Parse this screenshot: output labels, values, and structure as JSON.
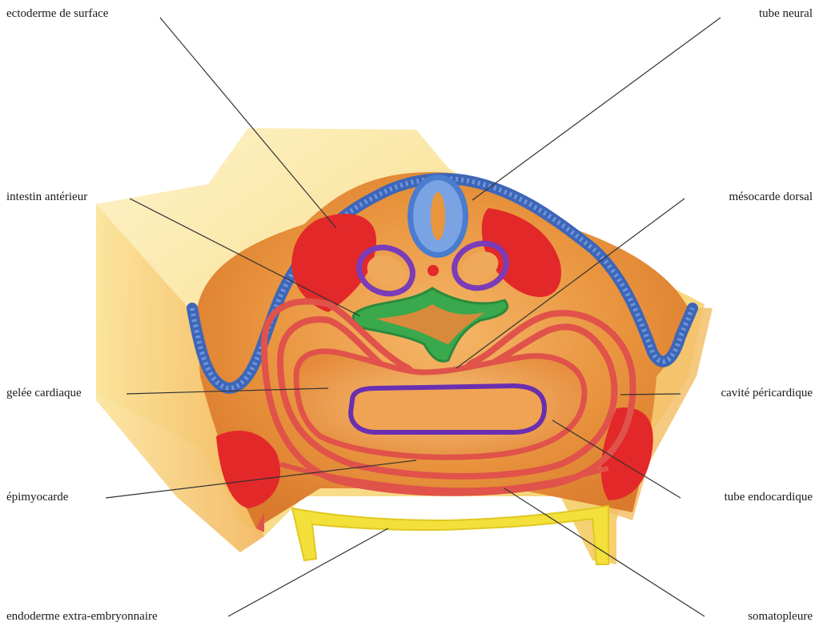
{
  "labels": {
    "ectoderme_de_surface": "ectoderme de surface",
    "tube_neural": "tube neural",
    "intestin_anterieur": "intestin antérieur",
    "mesocarde_dorsal": "mésocarde dorsal",
    "gelee_cardiaque": "gelée cardiaque",
    "cavite_pericardique": "cavité péricardique",
    "epimyocarde": "épimyocarde",
    "tube_endocardique": "tube endocardique",
    "endoderme_extra_embryonnaire": "endoderme extra-embryonnaire",
    "somatopleure": "somatopleure"
  },
  "colors": {
    "ectoderm": "#4a78c8",
    "neural_tube": "#5b8fd8",
    "mesoderm_red": "#e02a2a",
    "somite_purple": "#7a3cb8",
    "foregut_green": "#2fa84a",
    "endocardial_purple": "#6a2fb0",
    "endoderm_yellow": "#f2e23a",
    "tissue_orange": "#e8953e",
    "background_yellow": "#fbe7a8",
    "leader_line": "#333333"
  }
}
